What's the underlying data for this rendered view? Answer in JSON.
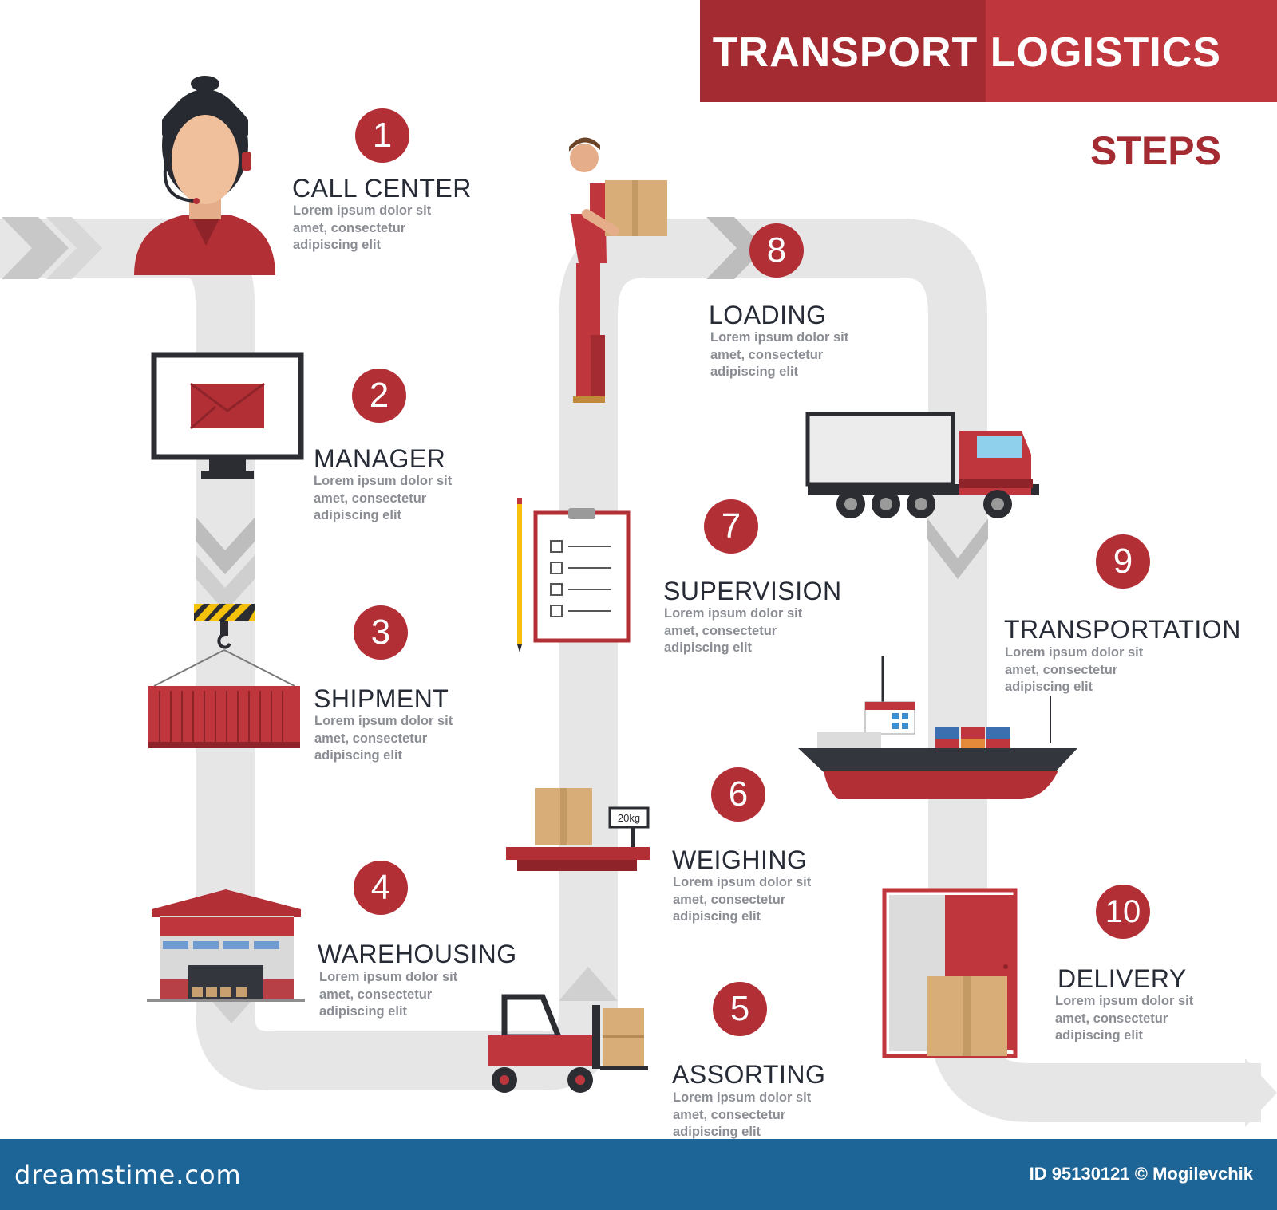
{
  "header": {
    "title": "TRANSPORT LOGISTICS",
    "subtitle": "STEPS"
  },
  "steps": [
    {
      "number": "1",
      "title": "CALL CENTER",
      "description": "Lorem ipsum dolor sit amet, consectetur adipiscing elit"
    },
    {
      "number": "2",
      "title": "MANAGER",
      "description": "Lorem ipsum dolor sit amet, consectetur adipiscing elit"
    },
    {
      "number": "3",
      "title": "SHIPMENT",
      "description": "Lorem ipsum dolor sit amet, consectetur adipiscing elit"
    },
    {
      "number": "4",
      "title": "WAREHOUSING",
      "description": "Lorem ipsum dolor sit amet, consectetur adipiscing elit"
    },
    {
      "number": "5",
      "title": "ASSORTING",
      "description": "Lorem ipsum dolor sit amet, consectetur adipiscing elit"
    },
    {
      "number": "6",
      "title": "WEIGHING",
      "description": "Lorem ipsum dolor sit amet, consectetur adipiscing elit"
    },
    {
      "number": "7",
      "title": "SUPERVISION",
      "description": "Lorem ipsum dolor sit amet, consectetur adipiscing elit"
    },
    {
      "number": "8",
      "title": "LOADING",
      "description": "Lorem ipsum dolor sit amet, consectetur adipiscing elit"
    },
    {
      "number": "9",
      "title": "TRANSPORTATION",
      "description": "Lorem ipsum dolor sit amet, consectetur adipiscing elit"
    },
    {
      "number": "10",
      "title": "DELIVERY",
      "description": "Lorem ipsum dolor sit amet, consectetur adipiscing elit"
    }
  ],
  "scale_label": "20kg",
  "footer": {
    "brand": "dreamstime.com",
    "image_id": "ID 95130121 © Mogilevchik"
  },
  "colors": {
    "accent": "#a32b31",
    "badge": "#b32f36",
    "path": "#e6e6e6",
    "footer": "#1d6597"
  }
}
